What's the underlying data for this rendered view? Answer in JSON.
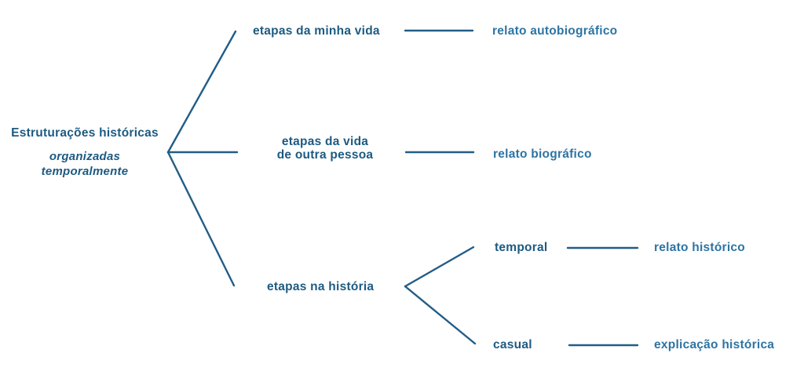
{
  "colors": {
    "background": "#ffffff",
    "branch_text": "#1d5a82",
    "leaf_text": "#2d74a3",
    "line": "#215d87"
  },
  "tree": {
    "root": {
      "title": "Estruturações históricas",
      "subtitle": [
        "organizadas",
        "temporalmente"
      ]
    },
    "branches": [
      {
        "label": "etapas da minha vida",
        "leaf": "relato autobiográfico"
      },
      {
        "label_lines": [
          "etapas da vida",
          "de outra pessoa"
        ],
        "leaf": "relato biográfico"
      },
      {
        "label": "etapas na história",
        "children": [
          {
            "label": "temporal",
            "leaf": "relato histórico"
          },
          {
            "label": "casual",
            "leaf": "explicação histórica"
          }
        ]
      }
    ]
  }
}
